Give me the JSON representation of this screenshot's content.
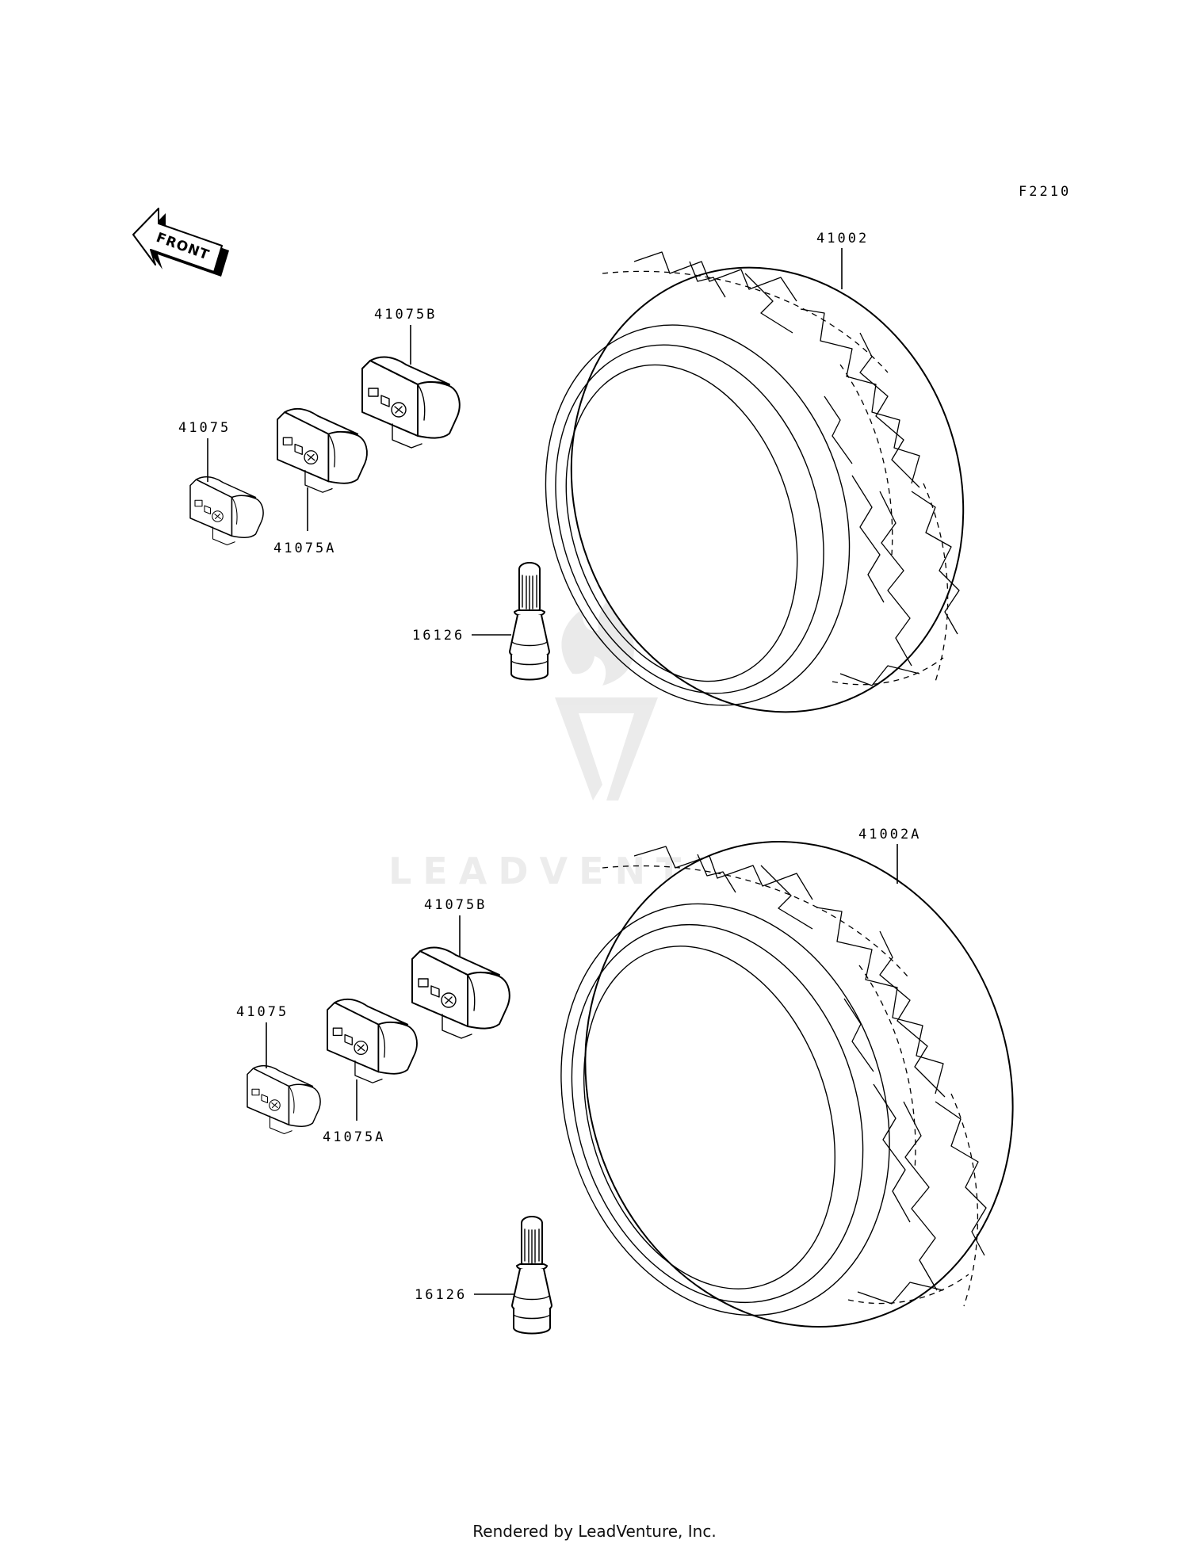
{
  "diagram_id": "F2210",
  "front_arrow_label": "FRONT",
  "watermark": {
    "brand": "LEADVENTURE"
  },
  "upper_group": {
    "tire_label": "41002",
    "weight_b_label": "41075B",
    "weight_label": "41075",
    "weight_a_label": "41075A",
    "valve_label": "16126"
  },
  "lower_group": {
    "tire_label": "41002A",
    "weight_b_label": "41075B",
    "weight_label": "41075",
    "weight_a_label": "41075A",
    "valve_label": "16126"
  },
  "footer_text": "Rendered by LeadVenture, Inc."
}
